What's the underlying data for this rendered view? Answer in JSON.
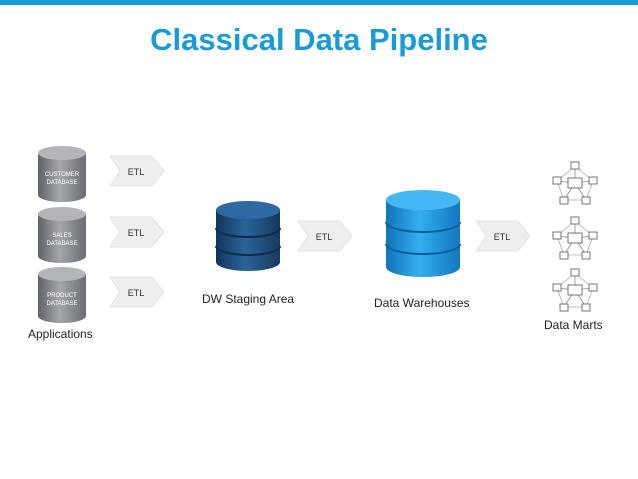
{
  "colors": {
    "accent": "#1a9ad6",
    "db_gray": "#8a8d91",
    "staging": "#1e4f80",
    "warehouse": "#1c8fd6",
    "arrow_fill": "#eeeeee"
  },
  "title": "Classical Data Pipeline",
  "sources": [
    {
      "line1": "CUSTOMER",
      "line2": "DATABASE"
    },
    {
      "line1": "SALES",
      "line2": "DATABASE"
    },
    {
      "line1": "PRODUCT",
      "line2": "DATABASE"
    }
  ],
  "etl_label": "ETL",
  "labels": {
    "applications": "Applications",
    "staging": "DW Staging Area",
    "warehouse": "Data Warehouses",
    "marts": "Data Marts"
  }
}
